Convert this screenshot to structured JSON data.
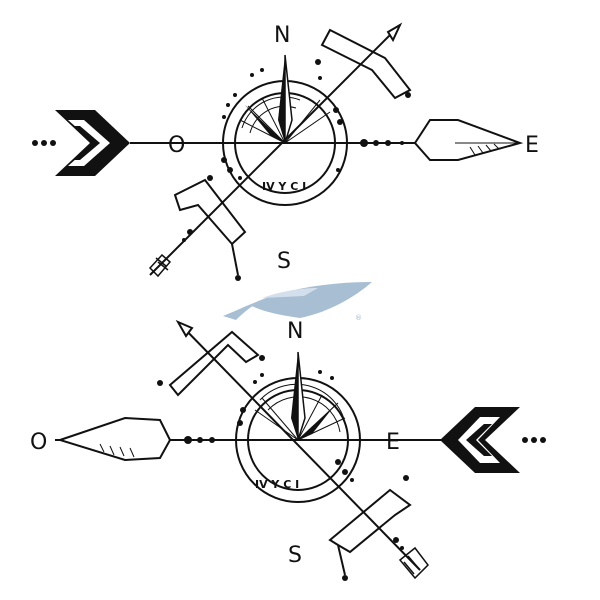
{
  "top_compass": {
    "north_label": "N",
    "west_label": "O",
    "east_label": "E",
    "south_label": "S",
    "ring_text": "IV Y C I"
  },
  "bottom_compass": {
    "north_label": "N",
    "west_label": "O",
    "east_label": "E",
    "south_label": "S",
    "ring_text": "IV Y C I"
  },
  "watermark": {
    "icon": "boat-icon",
    "mark": "®",
    "color": "#9fb7cf"
  },
  "colors": {
    "ink": "#111111",
    "background": "#ffffff"
  }
}
